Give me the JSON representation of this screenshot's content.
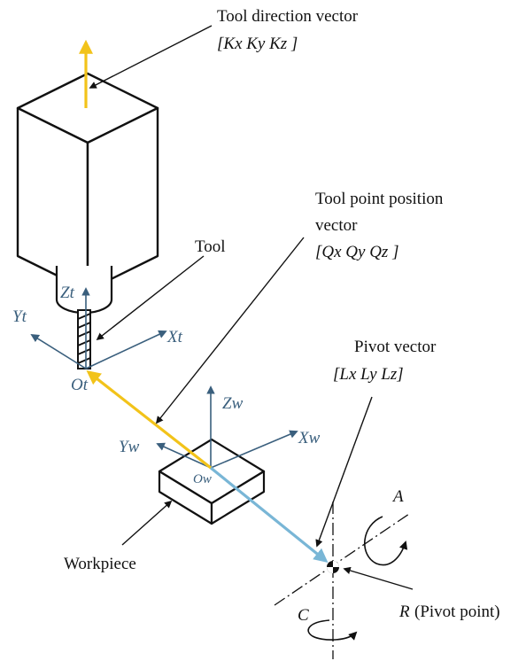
{
  "labels": {
    "tool_direction_title": "Tool direction vector",
    "tool_direction_components": "[Kx  Ky  Kz ]",
    "tool_point_title_line1": "Tool point position",
    "tool_point_title_line2": "vector",
    "tool_point_components": "[Qx  Qy  Qz ]",
    "tool": "Tool",
    "pivot_title": "Pivot vector",
    "pivot_components": "[Lx  Ly Lz]",
    "workpiece": "Workpiece",
    "pivot_point_symbol": "R",
    "pivot_point_text": "(Pivot point)"
  },
  "tool_axes": {
    "z": "Zt",
    "y": "Yt",
    "x": "Xt",
    "origin": "Ot"
  },
  "work_axes": {
    "z": "Zw",
    "y": "Yw",
    "x": "Xw",
    "origin": "Ow"
  },
  "rotations": {
    "a": "A",
    "c": "C"
  },
  "colors": {
    "axis": "#3a5f7d",
    "tool_direction_vector": "#f2c31a",
    "tool_point_vector": "#f2c31a",
    "pivot_vector": "#79b6d6",
    "outline": "#111111"
  }
}
